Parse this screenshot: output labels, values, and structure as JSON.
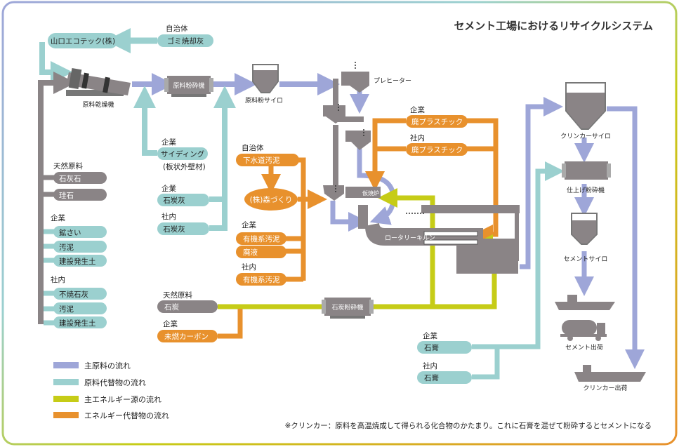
{
  "title": "セメント工場におけるリサイクルシステム",
  "colors": {
    "main_raw": "#9ea6d8",
    "alt_raw": "#9bd0cf",
    "main_energy": "#c6cc17",
    "alt_energy": "#e8912d",
    "equipment": "#8a8486",
    "border_gradient": [
      "#9ea6d8",
      "#c6cc17",
      "#e8912d",
      "#e5c23a"
    ]
  },
  "sources": {
    "yamaguchi_ecotech": "山口エコテック(株)",
    "municipality_1": "自治体",
    "garbage_ash": "ゴミ焼却灰",
    "company_siding_header": "企業",
    "siding": "サイディング",
    "siding_note": "(板状外壁材)",
    "company_coal_ash_header": "企業",
    "coal_ash_company": "石炭灰",
    "inhouse_coal_ash_header": "社内",
    "coal_ash_inhouse": "石炭灰",
    "natural_raw_header": "天然原料",
    "limestone": "石灰石",
    "silica": "珪石",
    "company_left_header": "企業",
    "slag": "鉱さい",
    "sludge_company": "汚泥",
    "soil_company": "建設発生土",
    "inhouse_left_header": "社内",
    "unburnt_lime": "不焼石灰",
    "sludge_inhouse": "汚泥",
    "soil_inhouse": "建設発生土",
    "municipality_2": "自治体",
    "sewage_sludge": "下水道汚泥",
    "morizukuri": "(株)森づくり",
    "company_sludge_header": "企業",
    "organic_sludge_company": "有機系汚泥",
    "waste_liquid": "廃液",
    "inhouse_sludge_header": "社内",
    "organic_sludge_inhouse": "有機系汚泥",
    "natural_fuel_header": "天然原料",
    "coal": "石炭",
    "company_carbon_header": "企業",
    "unburnt_carbon": "未燃カーボン",
    "company_plastic_header": "企業",
    "waste_plastic_company": "廃プラスチック",
    "inhouse_plastic_header": "社内",
    "waste_plastic_inhouse": "廃プラスチック",
    "company_gypsum_header": "企業",
    "gypsum_company": "石膏",
    "inhouse_gypsum_header": "社内",
    "gypsum_inhouse": "石膏"
  },
  "equipment": {
    "raw_dryer": "原料乾燥機",
    "raw_mill": "原料粉砕機",
    "raw_silo": "原料粉サイロ",
    "preheater": "プレヒーター",
    "calciner": "仮焼炉",
    "rotary_kiln": "ロータリーキルン",
    "coal_mill": "石炭粉砕機",
    "clinker_silo": "クリンカーサイロ",
    "finish_mill": "仕上げ粉砕機",
    "cement_silo": "セメントサイロ",
    "cement_shipping": "セメント出荷",
    "clinker_shipping": "クリンカー出荷"
  },
  "legend": [
    {
      "label": "主原料の流れ",
      "color": "#9ea6d8"
    },
    {
      "label": "原料代替物の流れ",
      "color": "#9bd0cf"
    },
    {
      "label": "主エネルギー源の流れ",
      "color": "#c6cc17"
    },
    {
      "label": "エネルギー代替物の流れ",
      "color": "#e8912d"
    }
  ],
  "footnote": "※クリンカー：原料を高温焼成して得られる化合物のかたまり。これに石膏を混ぜて粉砕するとセメントになる"
}
